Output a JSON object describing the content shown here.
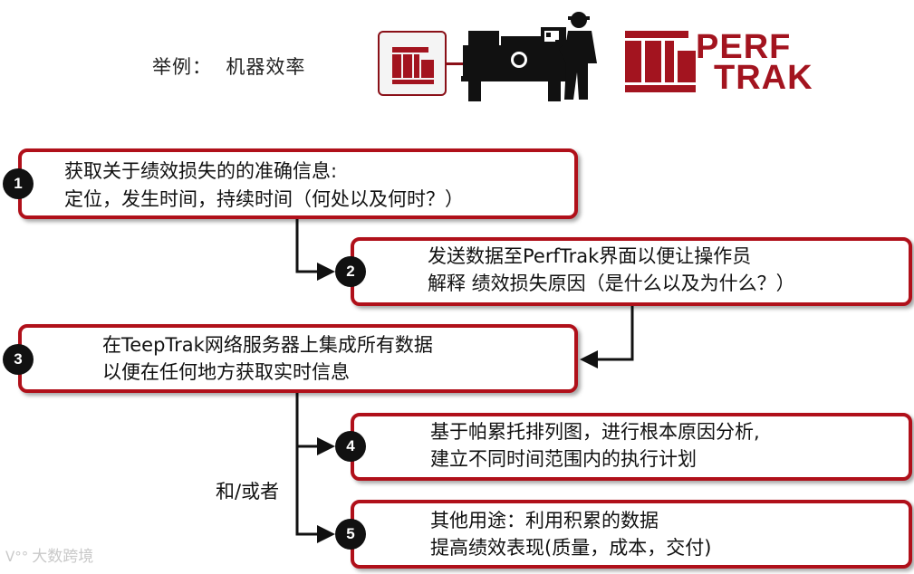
{
  "header": {
    "example_label": "举例：  机器效率",
    "logo": {
      "line1": "PERF",
      "line2": "TRAK"
    }
  },
  "colors": {
    "accent": "#b0101a",
    "logo": "#a3141f",
    "dark": "#111111"
  },
  "steps": [
    {
      "number": "1",
      "line1": "获取关于绩效损失的的准确信息:",
      "line2": "定位，发生时间，持续时间（何处以及何时？）"
    },
    {
      "number": "2",
      "line1": "发送数据至PerfTrak界面以便让操作员",
      "line2": "解释 绩效损失原因（是什么以及为什么？）"
    },
    {
      "number": "3",
      "line1": "在TeepTrak网络服务器上集成所有数据",
      "line2": "以便在任何地方获取实时信息"
    },
    {
      "number": "4",
      "line1": "基于帕累托排列图，进行根本原因分析,",
      "line2": "建立不同时间范围内的执行计划"
    },
    {
      "number": "5",
      "line1": "其他用途：利用积累的数据",
      "line2": "提高绩效表现(质量，成本，交付)"
    }
  ],
  "connector_label": "和/或者",
  "watermark": "大数跨境"
}
